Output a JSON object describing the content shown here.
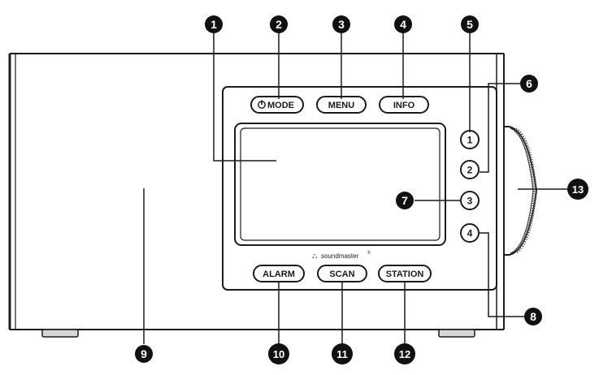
{
  "buttons": {
    "mode": "MODE",
    "menu": "MENU",
    "info": "INFO",
    "alarm": "ALARM",
    "scan": "SCAN",
    "station": "STATION"
  },
  "presets": [
    "1",
    "2",
    "3",
    "4"
  ],
  "brand": "soundmaster",
  "brand_mark": "®",
  "callouts": {
    "c1": "1",
    "c2": "2",
    "c3": "3",
    "c4": "4",
    "c5": "5",
    "c6": "6",
    "c7": "7",
    "c8": "8",
    "c9": "9",
    "c10": "10",
    "c11": "11",
    "c12": "12",
    "c13": "13"
  },
  "colors": {
    "ink": "#1c1c1c",
    "paper": "#ffffff"
  }
}
